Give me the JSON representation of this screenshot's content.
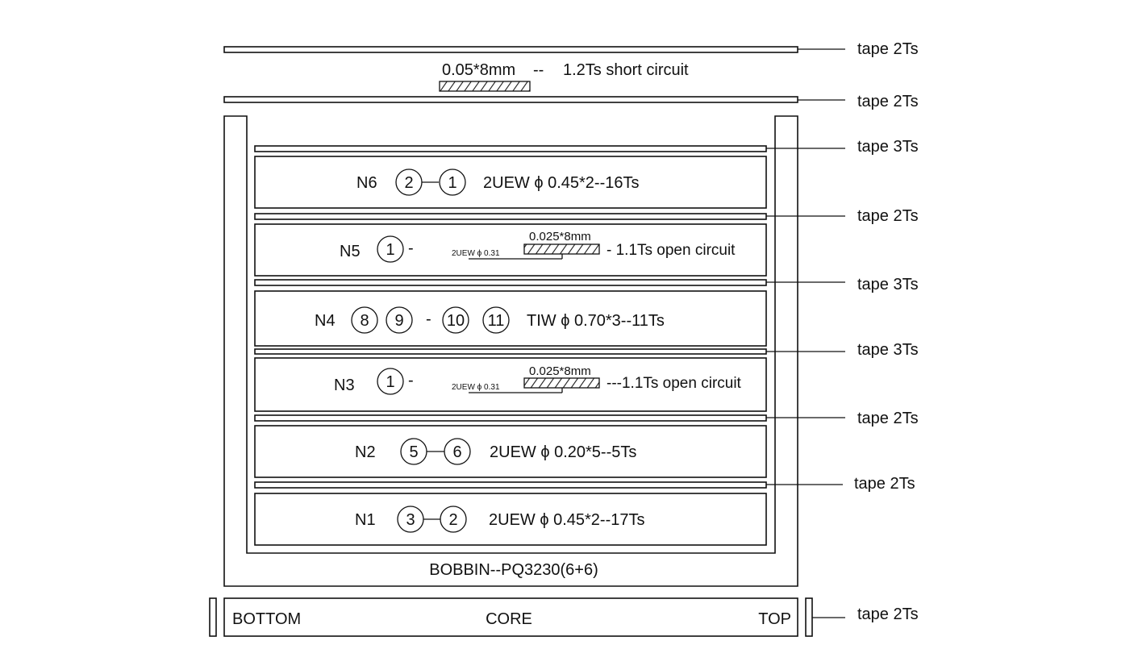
{
  "tape_labels": {
    "t1": "tape 2Ts",
    "t2": "tape 2Ts",
    "t3": "tape 3Ts",
    "t4": "tape 2Ts",
    "t5": "tape 3Ts",
    "t6": "tape 3Ts",
    "t7": "tape 2Ts",
    "t8": "tape 2Ts",
    "t9": "tape 2Ts"
  },
  "short_circuit": {
    "size": "0.05*8mm",
    "dash": "--",
    "desc": "1.2Ts short circuit"
  },
  "windings": {
    "n6": {
      "name": "N6",
      "pin_a": "2",
      "pin_b": "1",
      "spec": "2UEW ϕ 0.45*2--16Ts"
    },
    "n5": {
      "name": "N5",
      "pin_a": "1",
      "dash": "-",
      "wire": "2UEW ϕ  0.31",
      "foil": "0.025*8mm",
      "desc": "- 1.1Ts open circuit"
    },
    "n4": {
      "name": "N4",
      "pin_a": "8",
      "pin_b": "9",
      "dash": "-",
      "pin_c": "10",
      "pin_d": "11",
      "spec": "TIW ϕ 0.70*3--11Ts"
    },
    "n3": {
      "name": "N3",
      "pin_a": "1",
      "dash": "-",
      "wire": "2UEW ϕ  0.31",
      "foil": "0.025*8mm",
      "desc": "---1.1Ts open circuit"
    },
    "n2": {
      "name": "N2",
      "pin_a": "5",
      "pin_b": "6",
      "spec": "2UEW ϕ 0.20*5--5Ts"
    },
    "n1": {
      "name": "N1",
      "pin_a": "3",
      "pin_b": "2",
      "spec": "2UEW ϕ 0.45*2--17Ts"
    }
  },
  "bobbin": "BOBBIN--PQ3230(6+6)",
  "core": {
    "bottom": "BOTTOM",
    "center": "CORE",
    "top": "TOP"
  }
}
